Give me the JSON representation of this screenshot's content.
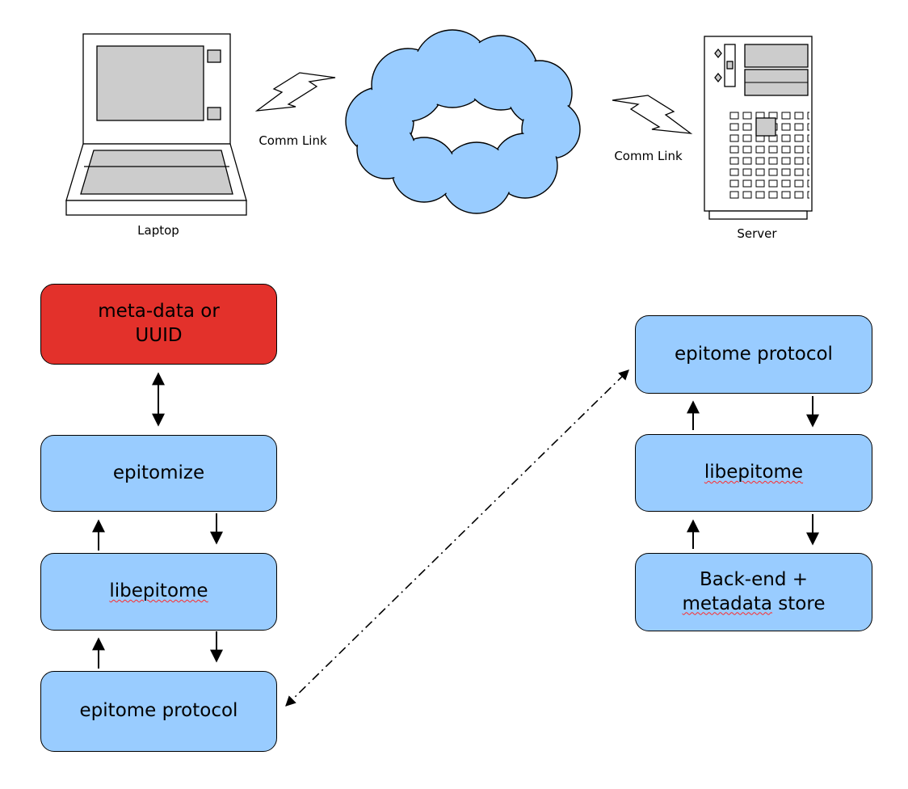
{
  "title": "Epitome client/server architecture diagram",
  "colors": {
    "background": "#ffffff",
    "box_blue": "#99ccff",
    "box_red": "#e3312b",
    "border": "#000000",
    "cloud_fill": "#99ccff",
    "spellcheck_underline": "#ff2a2a",
    "arrow": "#000000"
  },
  "network": {
    "laptop_label": "Laptop",
    "server_label": "Server",
    "comm_link_left_label": "Comm Link",
    "comm_link_right_label": "Comm Link",
    "icons": [
      "laptop-icon",
      "lightning-bolt-icon",
      "network-cloud-icon",
      "server-icon"
    ]
  },
  "client_stack": {
    "metadata_box": {
      "line1": "meta-data or",
      "line2": "UUID"
    },
    "epitomize_label": "epitomize",
    "libepitome_label": "libepitome",
    "protocol_label": "epitome protocol"
  },
  "server_stack": {
    "protocol_label": "epitome protocol",
    "libepitome_label": "libepitome",
    "backend_line1": "Back-end +",
    "backend_word": "metadata",
    "backend_rest": " store"
  }
}
